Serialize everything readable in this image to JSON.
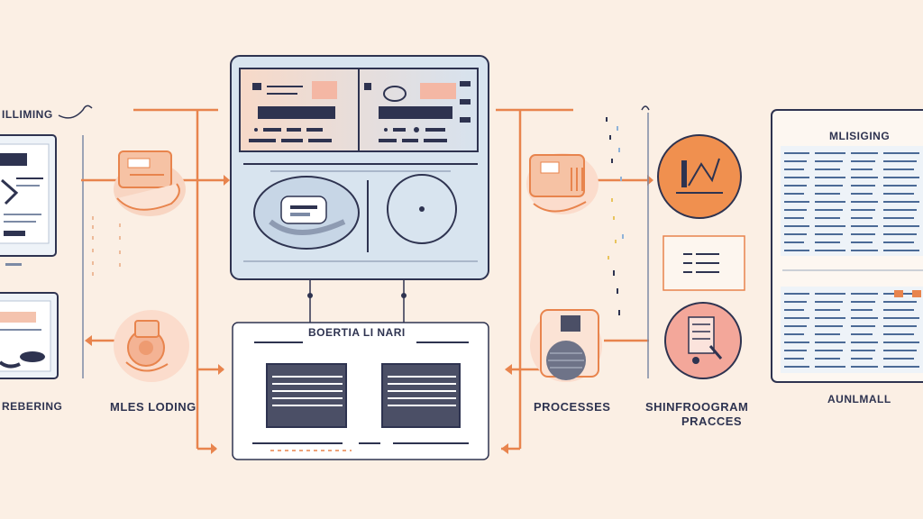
{
  "labels": {
    "top_left": "ILLIMING",
    "left_bottom": "REBERING",
    "mid_left": "MLES LODING",
    "center_box_title": "BOERTIA LI NARI",
    "processes": "PROCESSES",
    "right_label_line1": "SHINFROOGRAM",
    "right_label_line2": "PRACCES",
    "far_right_title": "MLISIGING",
    "far_right_bottom": "AUNLMALL"
  },
  "colors": {
    "background": "#fbefe4",
    "accent_orange": "#e8844d",
    "navy": "#2e3350",
    "panel_blue": "#d8e4ef",
    "pink": "#f3a79a"
  }
}
